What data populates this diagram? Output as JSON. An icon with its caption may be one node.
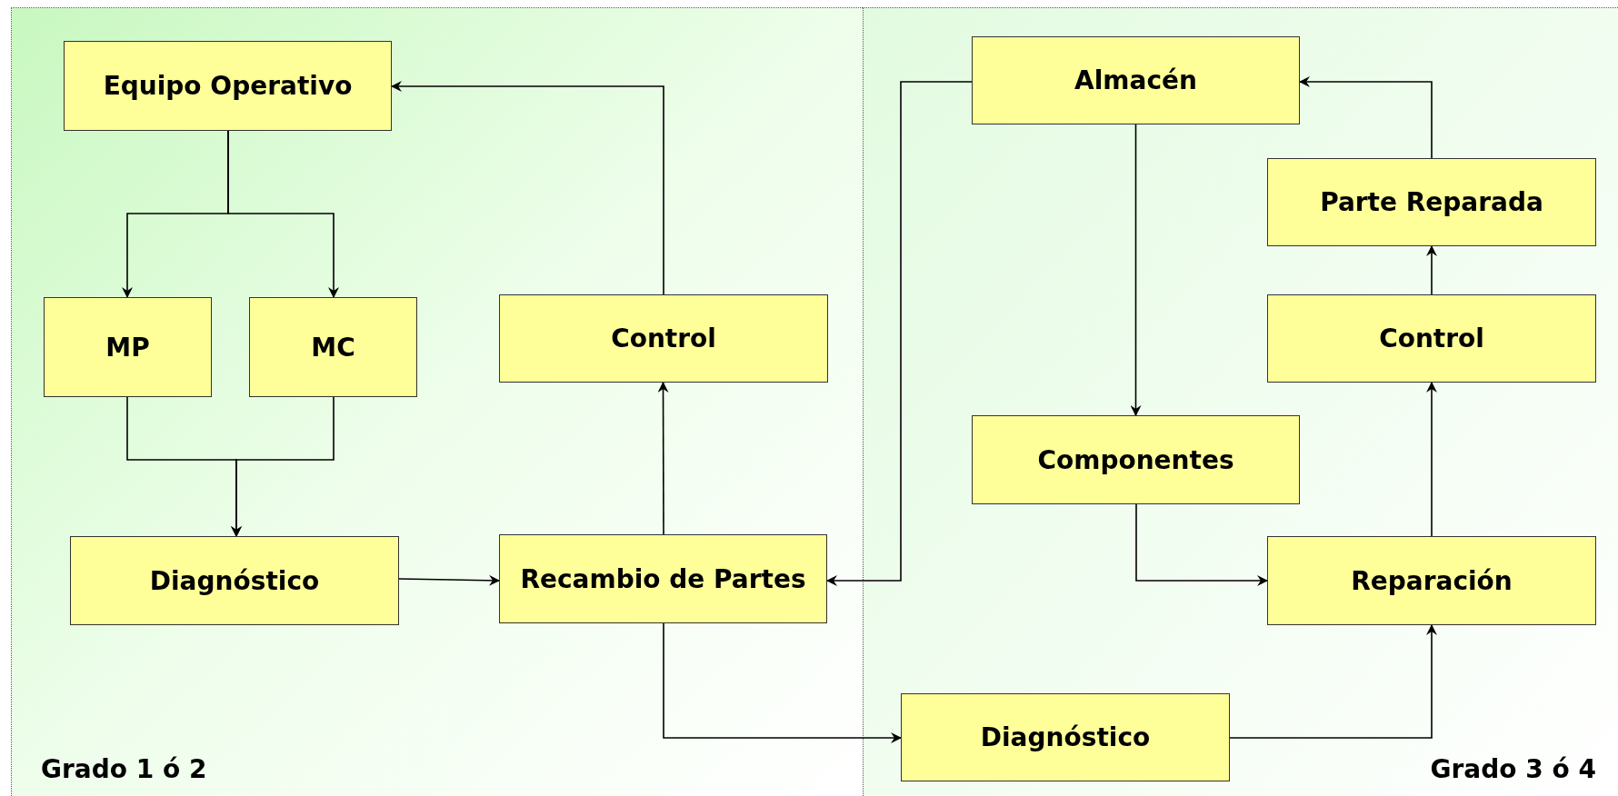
{
  "diagram": {
    "nodes": [
      {
        "text": [
          "Equipo Operativo"
        ]
      },
      {
        "text": [
          "MP"
        ]
      },
      {
        "text": [
          "MC"
        ]
      },
      {
        "text": [
          "Diagnóstico"
        ]
      },
      {
        "text": [
          "Recambio de Partes"
        ]
      },
      {
        "text": [
          "Control"
        ]
      },
      {
        "text": [
          "Almacén"
        ]
      },
      {
        "text": [
          "Componentes"
        ]
      },
      {
        "text": [
          "Parte Reparada"
        ]
      },
      {
        "text": [
          "Control"
        ]
      },
      {
        "text": [
          "Reparación"
        ]
      },
      {
        "text": [
          "Diagnóstico"
        ]
      }
    ],
    "edges": [
      {
        "from": 0,
        "to": 1,
        "arrow": "to"
      },
      {
        "from": 0,
        "to": 2,
        "arrow": "to"
      },
      {
        "from": 1,
        "to": 3,
        "arrow": "to"
      },
      {
        "from": 2,
        "to": 3,
        "arrow": "to"
      },
      {
        "from": 3,
        "to": 4,
        "arrow": "to"
      },
      {
        "from": 4,
        "to": 5,
        "arrow": "to"
      },
      {
        "from": 5,
        "to": 0,
        "arrow": "to"
      },
      {
        "from": 6,
        "to": 4,
        "arrow": "to"
      },
      {
        "from": 6,
        "to": 7,
        "arrow": "to"
      },
      {
        "from": 7,
        "to": 10,
        "arrow": "to"
      },
      {
        "from": 4,
        "to": 11,
        "arrow": "to"
      },
      {
        "from": 11,
        "to": 10,
        "arrow": "to"
      },
      {
        "from": 10,
        "to": 9,
        "arrow": "to"
      },
      {
        "from": 9,
        "to": 8,
        "arrow": "to"
      },
      {
        "from": 8,
        "to": 6,
        "arrow": "to"
      }
    ],
    "labels": [
      "Grado 1 ó 2",
      "Grado 3 ó 4"
    ]
  }
}
